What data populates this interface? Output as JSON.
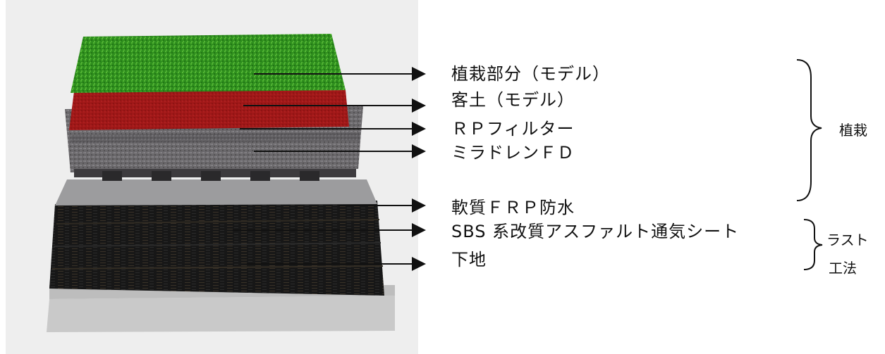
{
  "layers": [
    {
      "label": "植栽部分（モデル）"
    },
    {
      "label": "客土（モデル）"
    },
    {
      "label": "ＲＰフィルター"
    },
    {
      "label": "ミラドレンＦＤ"
    },
    {
      "label": "軟質ＦＲＰ防水"
    },
    {
      "label": "SBS 系改質アスファルト通気シート"
    },
    {
      "label": "下地"
    }
  ],
  "groups": {
    "planting": {
      "label": "植栽"
    },
    "last_method": {
      "line1": "ラスト",
      "line2": "工法"
    }
  },
  "colors": {
    "grass": "#2f8f1e",
    "soil": "#a01818",
    "filter": "#6d6b6e",
    "drain": "#4a4a4c",
    "frp": "#9c9c9e",
    "sheet": "#1a1a1a",
    "base": "#c9c9c9"
  }
}
